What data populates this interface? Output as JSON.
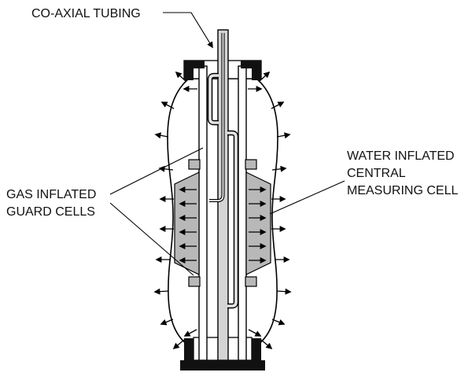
{
  "diagram": {
    "labels": {
      "coaxial_tubing": "CO-AXIAL TUBING",
      "guard_cells": {
        "line1": "GAS INFLATED",
        "line2": "GUARD CELLS"
      },
      "measuring_cell": {
        "line1": "WATER INFLATED",
        "line2": "CENTRAL",
        "line3": "MEASURING CELL"
      }
    },
    "colors": {
      "background": "#ffffff",
      "outline": "#000000",
      "cell_fill": "#b8b8b8",
      "rod_fill": "#d4d4d4",
      "cap_fill": "#111111"
    },
    "icons": {
      "pressure_arrow": "outward-arrow",
      "leader_arrowhead": "filled-triangle"
    }
  }
}
